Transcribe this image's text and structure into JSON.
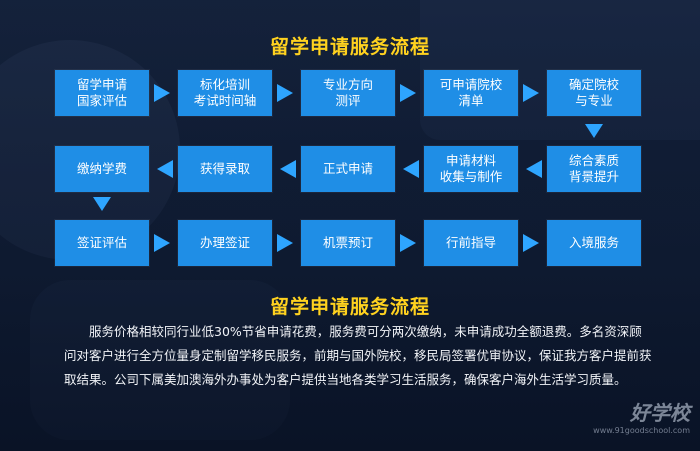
{
  "title_top": "留学申请服务流程",
  "title_mid": "留学申请服务流程",
  "steps": [
    {
      "line1": "留学申请",
      "line2": "国家评估"
    },
    {
      "line1": "标化培训",
      "line2": "考试时间轴"
    },
    {
      "line1": "专业方向",
      "line2": "测评"
    },
    {
      "line1": "可申请院校",
      "line2": "清单"
    },
    {
      "line1": "确定院校",
      "line2": "与专业"
    },
    {
      "line1": "综合素质",
      "line2": "背景提升"
    },
    {
      "line1": "申请材料",
      "line2": "收集与制作"
    },
    {
      "line1": "正式申请",
      "line2": ""
    },
    {
      "line1": "获得录取",
      "line2": ""
    },
    {
      "line1": "缴纳学费",
      "line2": ""
    },
    {
      "line1": "签证评估",
      "line2": ""
    },
    {
      "line1": "办理签证",
      "line2": ""
    },
    {
      "line1": "机票预订",
      "line2": ""
    },
    {
      "line1": "行前指导",
      "line2": ""
    },
    {
      "line1": "入境服务",
      "line2": ""
    }
  ],
  "paragraph": "服务价格相较同行业低30%节省申请花费，服务费可分两次缴纳，未申请成功全额退费。多名资深顾问对客户进行全方位量身定制留学移民服务，前期与国外院校，移民局签署优审协议，保证我方客户提前获取结果。公司下属美加澳海外办事处为客户提供当地各类学习生活服务，确保客户海外生活学习质量。",
  "watermark": {
    "logo": "好学校",
    "url": "www.91goodschool.com"
  },
  "colors": {
    "title": "#ffd21f",
    "box": "#1f8ee6",
    "arrow": "#2ea5ff",
    "background": "#15233d"
  }
}
